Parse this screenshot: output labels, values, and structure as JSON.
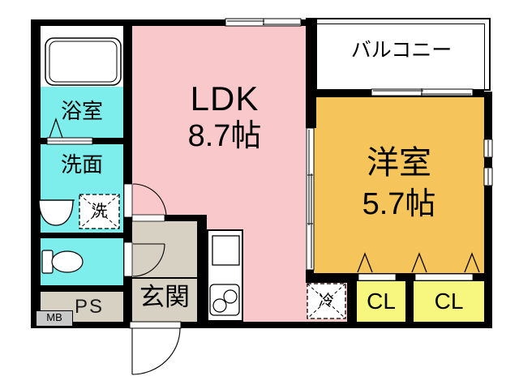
{
  "plan": {
    "rooms": {
      "balcony": {
        "label": "バルコニー"
      },
      "ldk": {
        "label": "LDK",
        "size": "8.7帖"
      },
      "western_room": {
        "label": "洋室",
        "size": "5.7帖"
      },
      "bathroom": {
        "label": "浴室"
      },
      "washroom": {
        "label": "洗面"
      },
      "washing_machine": {
        "label": "洗"
      },
      "entrance": {
        "label": "玄関"
      },
      "pipe_space": {
        "label": "PS"
      },
      "meter_box": {
        "label": "MB"
      },
      "refrigerator": {
        "label": "冷"
      },
      "closet_left": {
        "label": "CL"
      },
      "closet_right": {
        "label": "CL"
      }
    },
    "colors": {
      "wall": "#000000",
      "ldk": "#F9C8CB",
      "wet_area": "#7EEEED",
      "western_room": "#F5C45A",
      "closet": "#F7F67E",
      "hall": "#D6D1C3",
      "meter_box": "#C9C9C9",
      "balcony": "#FFFFFF"
    }
  }
}
